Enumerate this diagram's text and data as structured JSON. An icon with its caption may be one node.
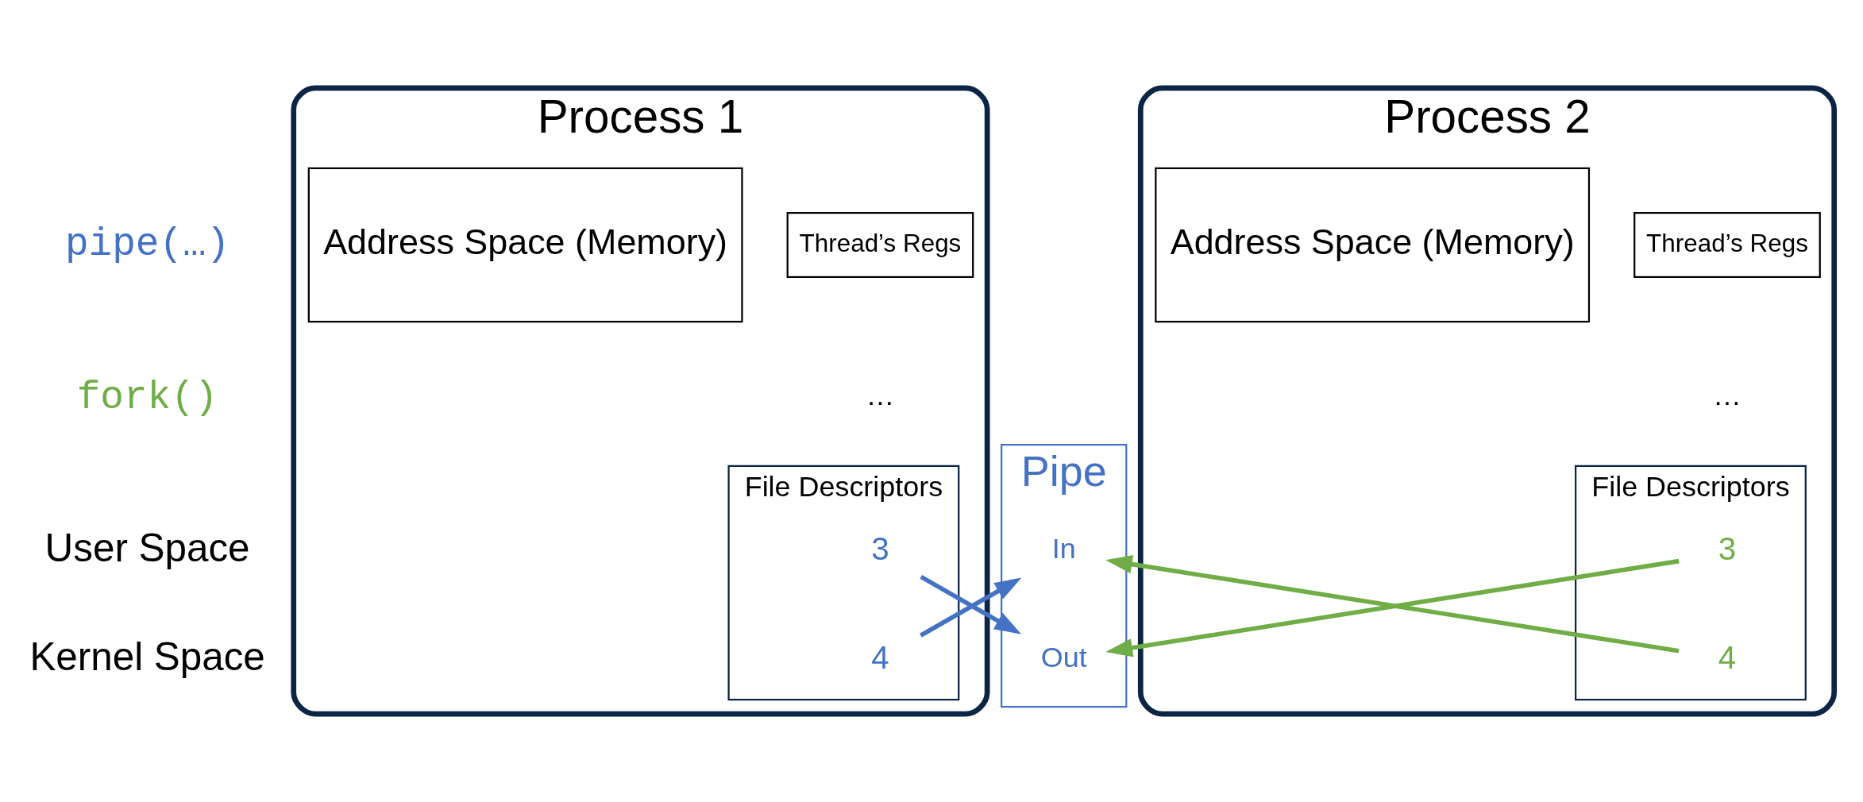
{
  "diagram": {
    "nodes": [
      {
        "text": [
          "Process 1"
        ]
      },
      {
        "text": [
          "Thread’s Regs"
        ],
        "in": 0
      },
      {
        "text": [
          "Address Space (Memory)"
        ],
        "in": 0
      },
      {
        "text": [
          "File Descriptors"
        ],
        "in": 0
      },
      {
        "text": [
          "3"
        ],
        "in": 3
      },
      {
        "text": [
          "4"
        ],
        "in": 3
      },
      {
        "text": [
          "Pipe"
        ]
      },
      {
        "text": [
          "In"
        ],
        "in": 6
      },
      {
        "text": [
          "Out"
        ],
        "in": 6
      },
      {
        "text": [
          "Process 2"
        ]
      },
      {
        "text": [
          "Thread’s Regs"
        ],
        "in": 9
      },
      {
        "text": [
          "Address Space (Memory)"
        ],
        "in": 9
      },
      {
        "text": [
          "File Descriptors"
        ],
        "in": 9
      },
      {
        "text": [
          "3"
        ],
        "in": 12
      },
      {
        "text": [
          "4"
        ],
        "in": 12
      }
    ],
    "edges": [
      {
        "from": 5,
        "to": 7,
        "arrow": "to",
        "color": "#4472c4"
      },
      {
        "from": 4,
        "to": 8,
        "arrow": "to",
        "color": "#4472c4"
      },
      {
        "from": 14,
        "to": 7,
        "arrow": "to",
        "color": "#70ad47"
      },
      {
        "from": 13,
        "to": 8,
        "arrow": "to",
        "color": "#70ad47"
      }
    ],
    "labels": [
      "…",
      "…",
      "User Space",
      "Kernel Space"
    ],
    "legend": [
      {
        "text": "pipe(…)",
        "color": "#4472c4"
      },
      {
        "text": "fork()",
        "color": "#70ad47"
      }
    ]
  }
}
